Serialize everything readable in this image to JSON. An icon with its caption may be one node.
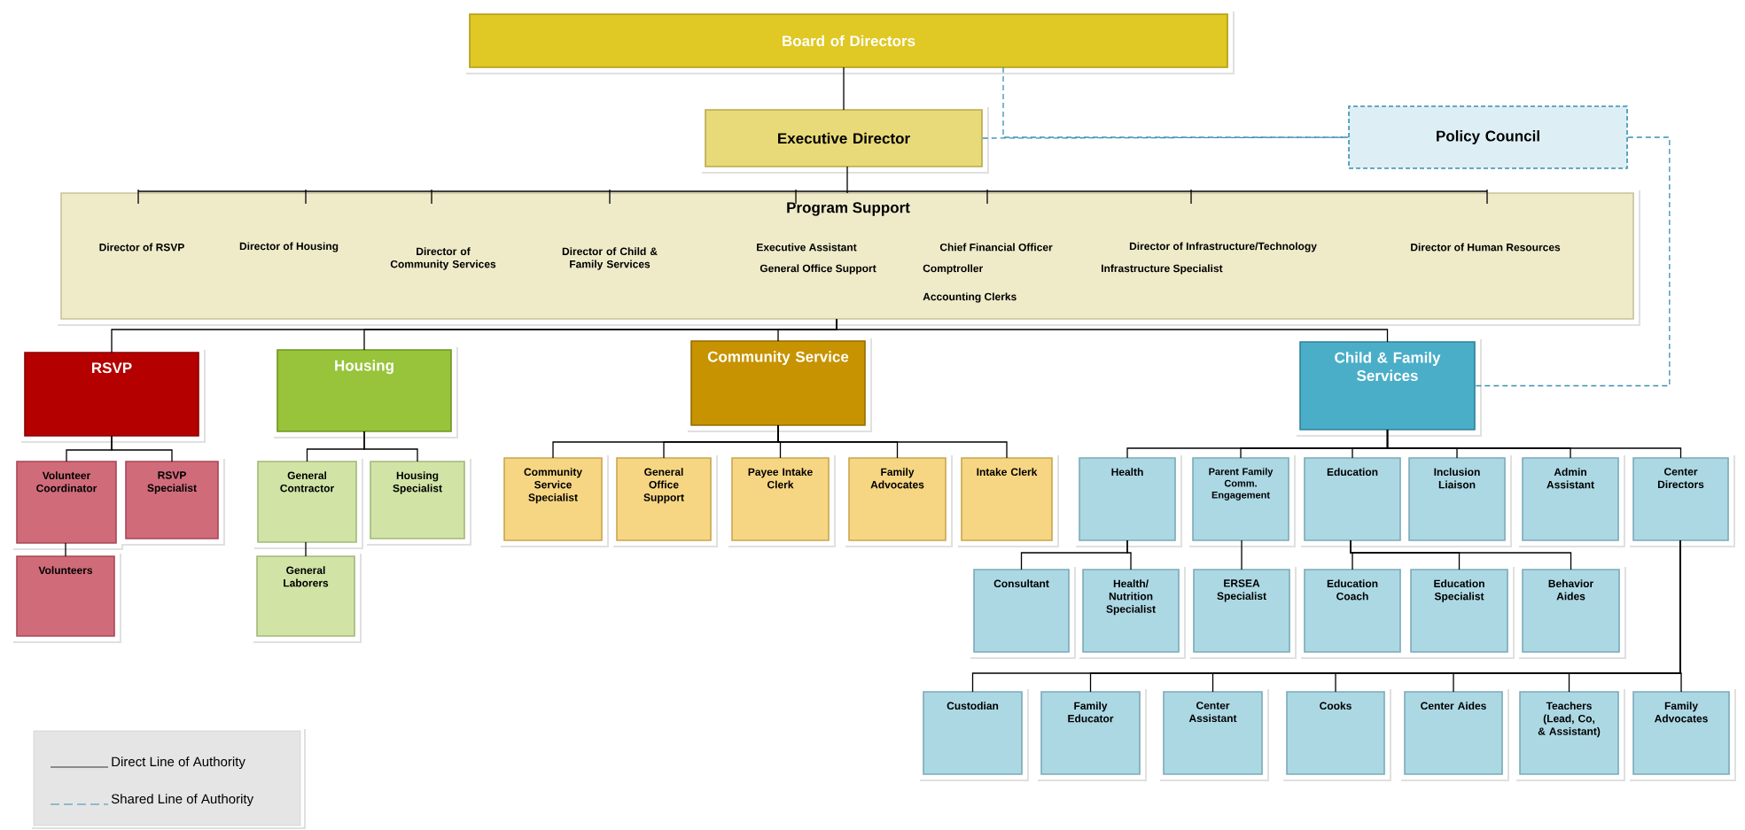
{
  "diagram": {
    "nodes": [
      {
        "text": [
          "Board of Directors"
        ]
      },
      {
        "text": [
          "Executive Director"
        ]
      },
      {
        "text": [
          "Policy Council"
        ]
      },
      {
        "text": [
          "Program Support",
          "Director of RSVP",
          "Director of Housing",
          "Director of Community Services",
          "Director of Child & Family Services",
          "Executive Assistant",
          "General Office Support",
          "Chief Financial Officer",
          "Comptroller",
          "Accounting Clerks",
          "Director of Infrastructure/Technology",
          "Infrastructure Specialist",
          "Director of Human Resources"
        ]
      },
      {
        "text": [
          "RSVP"
        ]
      },
      {
        "text": [
          "Housing"
        ]
      },
      {
        "text": [
          "Community Service"
        ]
      },
      {
        "text": [
          "Child & Family Services"
        ]
      },
      {
        "text": [
          "Volunteer Coordinator"
        ]
      },
      {
        "text": [
          "RSVP Specialist"
        ]
      },
      {
        "text": [
          "Volunteers"
        ]
      },
      {
        "text": [
          "General Contractor"
        ]
      },
      {
        "text": [
          "Housing Specialist"
        ]
      },
      {
        "text": [
          "General Laborers"
        ]
      },
      {
        "text": [
          "Community Service Specialist"
        ]
      },
      {
        "text": [
          "General Office Support"
        ]
      },
      {
        "text": [
          "Payee Intake Clerk"
        ]
      },
      {
        "text": [
          "Family Advocates"
        ]
      },
      {
        "text": [
          "Intake Clerk"
        ]
      },
      {
        "text": [
          "Health"
        ]
      },
      {
        "text": [
          "Parent Family Comm. Engagement"
        ]
      },
      {
        "text": [
          "Education"
        ]
      },
      {
        "text": [
          "Inclusion Liaison"
        ]
      },
      {
        "text": [
          "Admin Assistant"
        ]
      },
      {
        "text": [
          "Center Directors"
        ]
      },
      {
        "text": [
          "Consultant"
        ]
      },
      {
        "text": [
          "Health/ Nutrition Specialist"
        ]
      },
      {
        "text": [
          "ERSEA Specialist"
        ]
      },
      {
        "text": [
          "Education Coach"
        ]
      },
      {
        "text": [
          "Education Specialist"
        ]
      },
      {
        "text": [
          "Behavior Aides"
        ]
      },
      {
        "text": [
          "Custodian"
        ]
      },
      {
        "text": [
          "Family Educator"
        ]
      },
      {
        "text": [
          "Center Assistant"
        ]
      },
      {
        "text": [
          "Cooks"
        ]
      },
      {
        "text": [
          "Center Aides"
        ]
      },
      {
        "text": [
          "Teachers (Lead, Co, & Assistant)"
        ]
      },
      {
        "text": [
          "Family Advocates"
        ]
      }
    ],
    "edges": [
      {
        "from": 0,
        "to": 1,
        "arrow": "none"
      },
      {
        "from": 1,
        "to": 3,
        "arrow": "none"
      },
      {
        "from": 0,
        "to": 2,
        "arrow": "none",
        "style": "dashed",
        "color": "#3a8fb0"
      },
      {
        "from": 1,
        "to": 2,
        "arrow": "none",
        "style": "dashed",
        "color": "#3a8fb0"
      },
      {
        "from": 2,
        "to": 7,
        "arrow": "none",
        "style": "dashed",
        "color": "#3a8fb0"
      },
      {
        "from": 3,
        "to": 4,
        "arrow": "none"
      },
      {
        "from": 3,
        "to": 5,
        "arrow": "none"
      },
      {
        "from": 3,
        "to": 6,
        "arrow": "none"
      },
      {
        "from": 3,
        "to": 7,
        "arrow": "none"
      },
      {
        "from": 4,
        "to": 8,
        "arrow": "none"
      },
      {
        "from": 4,
        "to": 9,
        "arrow": "none"
      },
      {
        "from": 8,
        "to": 10,
        "arrow": "none"
      },
      {
        "from": 5,
        "to": 11,
        "arrow": "none"
      },
      {
        "from": 5,
        "to": 12,
        "arrow": "none"
      },
      {
        "from": 11,
        "to": 13,
        "arrow": "none"
      },
      {
        "from": 6,
        "to": 14,
        "arrow": "none"
      },
      {
        "from": 6,
        "to": 15,
        "arrow": "none"
      },
      {
        "from": 6,
        "to": 16,
        "arrow": "none"
      },
      {
        "from": 6,
        "to": 17,
        "arrow": "none"
      },
      {
        "from": 6,
        "to": 18,
        "arrow": "none"
      },
      {
        "from": 7,
        "to": 19,
        "arrow": "none"
      },
      {
        "from": 7,
        "to": 20,
        "arrow": "none"
      },
      {
        "from": 7,
        "to": 21,
        "arrow": "none"
      },
      {
        "from": 7,
        "to": 22,
        "arrow": "none"
      },
      {
        "from": 7,
        "to": 23,
        "arrow": "none"
      },
      {
        "from": 7,
        "to": 24,
        "arrow": "none"
      },
      {
        "from": 19,
        "to": 25,
        "arrow": "none"
      },
      {
        "from": 19,
        "to": 26,
        "arrow": "none"
      },
      {
        "from": 20,
        "to": 27,
        "arrow": "none"
      },
      {
        "from": 21,
        "to": 28,
        "arrow": "none"
      },
      {
        "from": 21,
        "to": 29,
        "arrow": "none"
      },
      {
        "from": 21,
        "to": 30,
        "arrow": "none"
      },
      {
        "from": 24,
        "to": 31,
        "arrow": "none"
      },
      {
        "from": 24,
        "to": 32,
        "arrow": "none"
      },
      {
        "from": 24,
        "to": 33,
        "arrow": "none"
      },
      {
        "from": 24,
        "to": 34,
        "arrow": "none"
      },
      {
        "from": 24,
        "to": 35,
        "arrow": "none"
      },
      {
        "from": 24,
        "to": 36,
        "arrow": "none"
      },
      {
        "from": 24,
        "to": 37,
        "arrow": "none"
      }
    ],
    "legend": [
      {
        "text": "Direct Line of Authority"
      },
      {
        "text": "Shared Line of Authority"
      }
    ]
  }
}
